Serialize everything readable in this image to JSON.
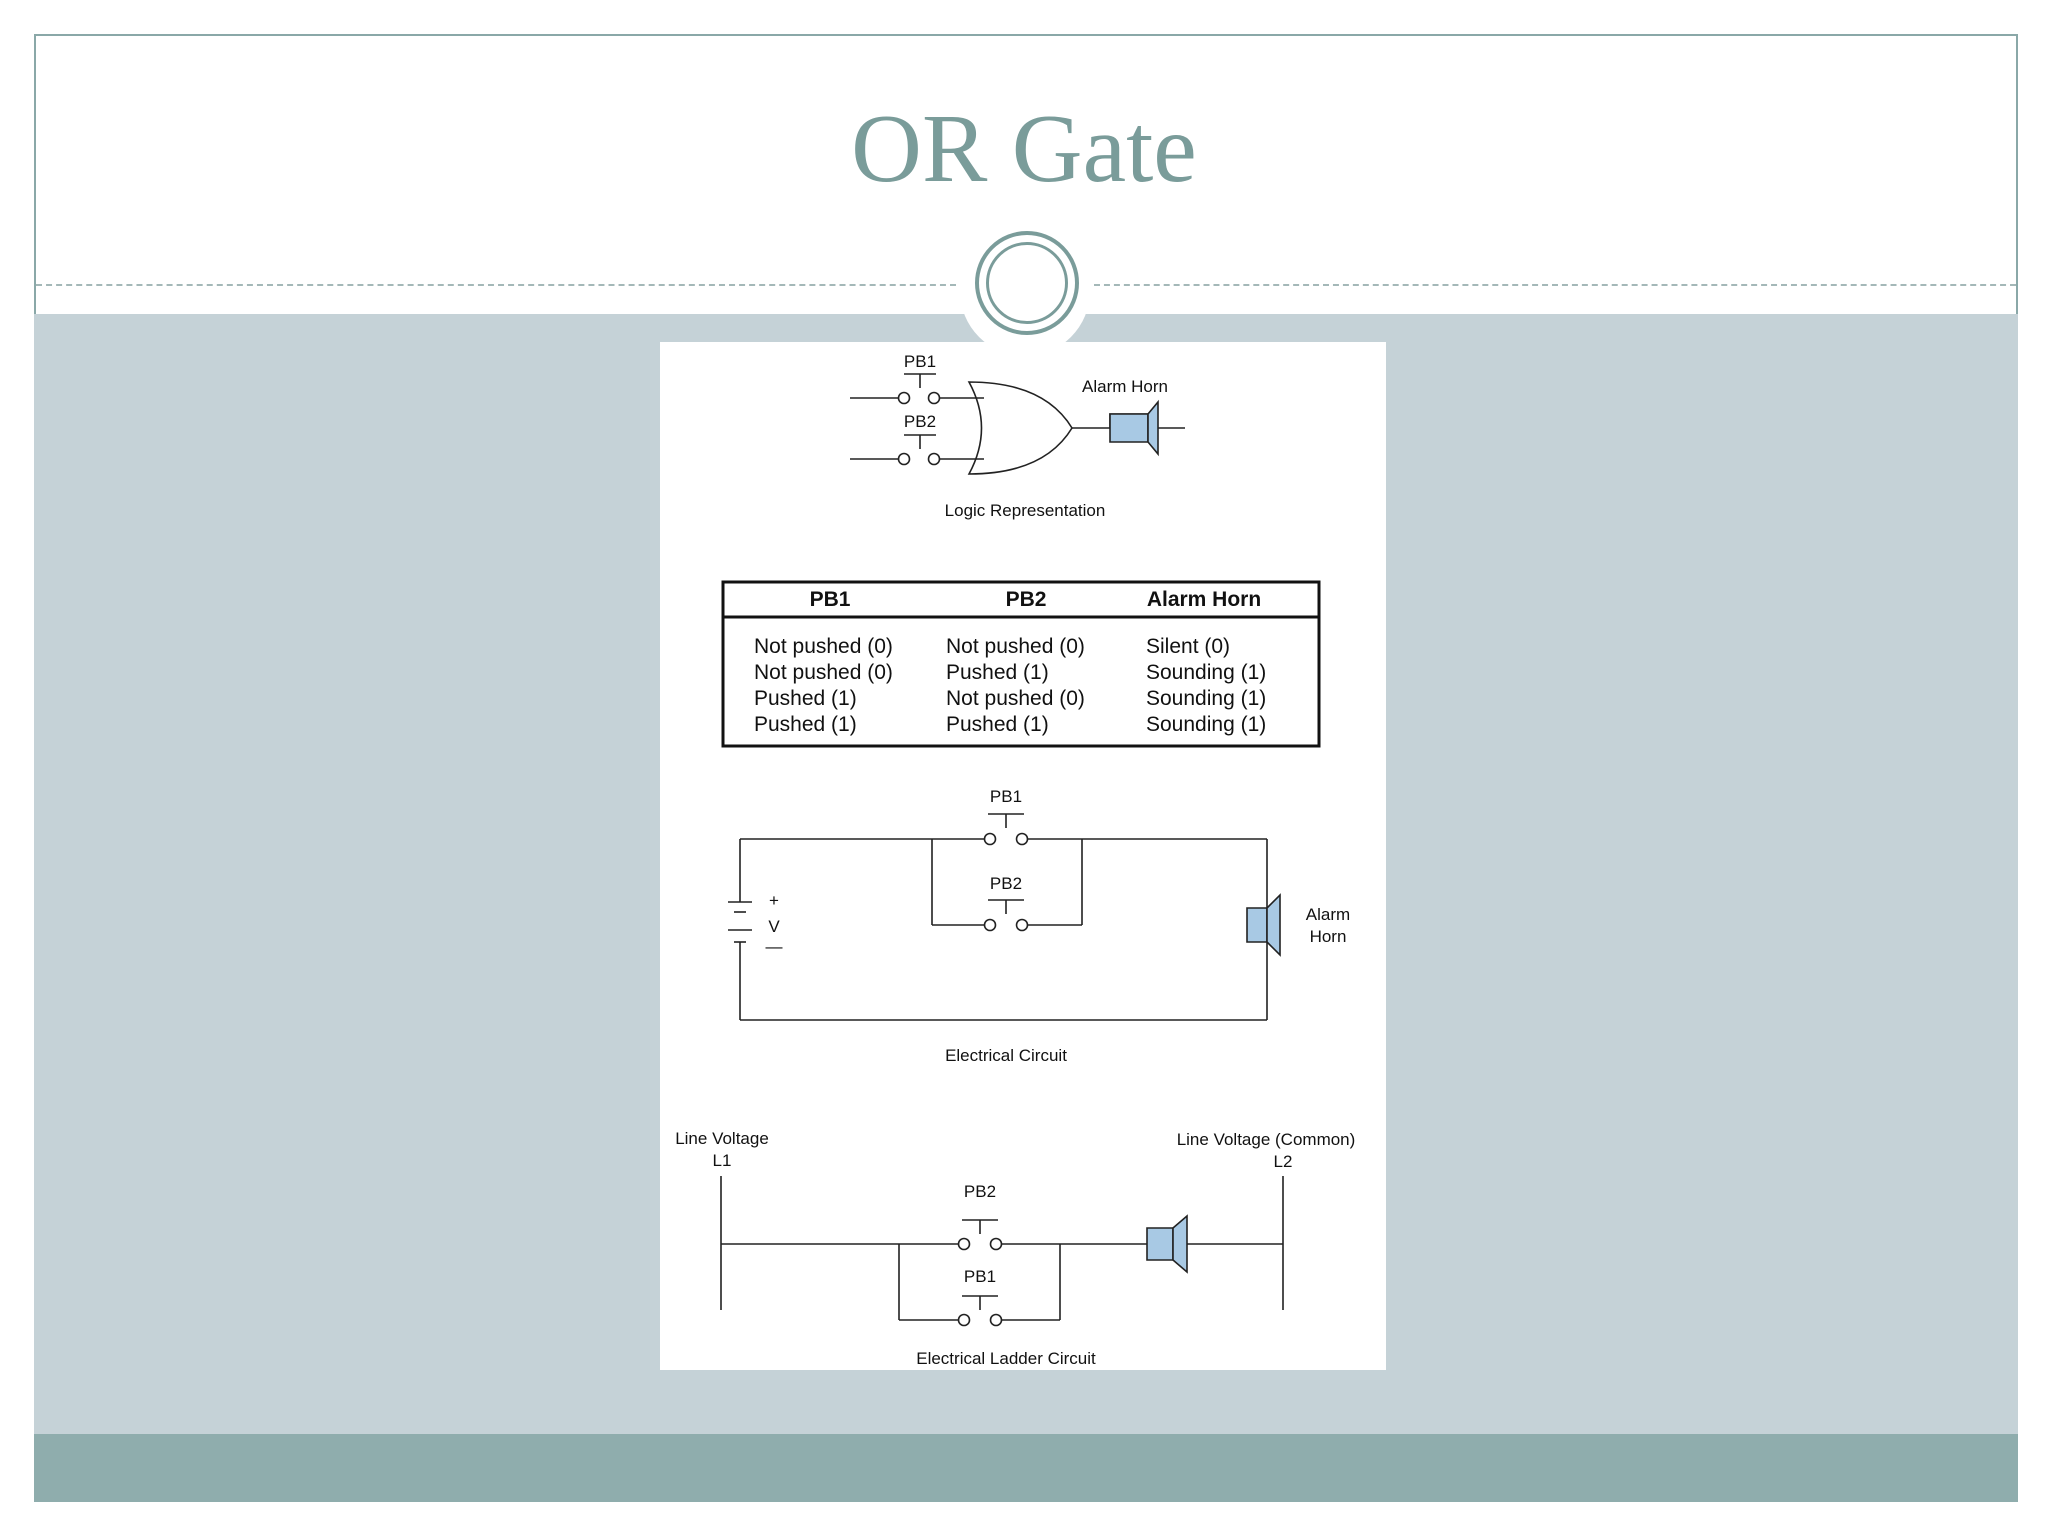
{
  "slide": {
    "title": "OR Gate",
    "colors": {
      "accent": "#7a9c9a",
      "body_band": "#c5d2d7",
      "footer_band": "#8fadad",
      "horn_fill": "#a8c9e4"
    },
    "icons": [
      "double-circle-ornament-icon",
      "alarm-horn-icon"
    ]
  },
  "logic": {
    "pb1": "PB1",
    "pb2": "PB2",
    "output_label": "Alarm Horn",
    "caption": "Logic Representation"
  },
  "truth_table": {
    "headers": [
      "PB1",
      "PB2",
      "Alarm Horn"
    ],
    "rows": [
      [
        "Not pushed (0)",
        "Not pushed (0)",
        "Silent (0)"
      ],
      [
        "Not pushed (0)",
        "Pushed (1)",
        "Sounding (1)"
      ],
      [
        "Pushed (1)",
        "Not pushed (0)",
        "Sounding (1)"
      ],
      [
        "Pushed (1)",
        "Pushed (1)",
        "Sounding (1)"
      ]
    ]
  },
  "circuit": {
    "pb1": "PB1",
    "pb2": "PB2",
    "plus": "+",
    "voltage": "V",
    "minus": "—",
    "horn_line1": "Alarm",
    "horn_line2": "Horn",
    "caption": "Electrical Circuit"
  },
  "ladder": {
    "l1_label": "Line Voltage",
    "l1": "L1",
    "l2_label": "Line Voltage (Common)",
    "l2": "L2",
    "pb2": "PB2",
    "pb1": "PB1",
    "caption": "Electrical Ladder Circuit"
  }
}
